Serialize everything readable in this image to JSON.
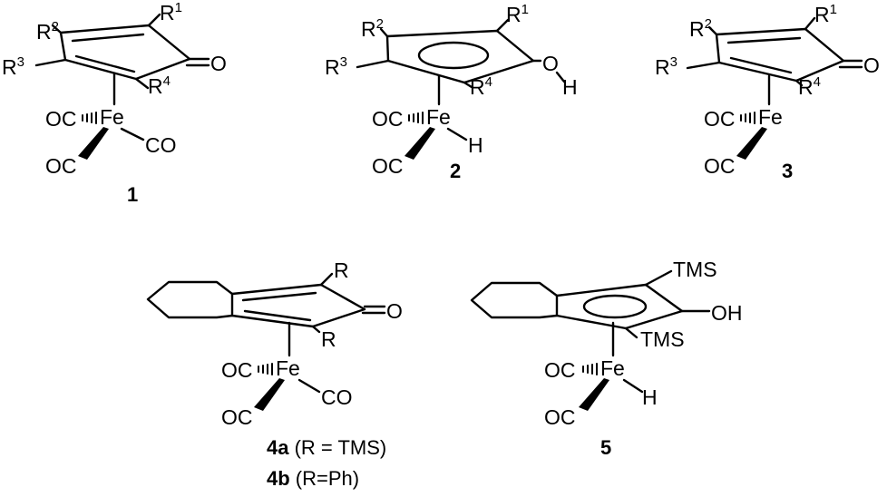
{
  "atoms": {
    "oxygen": "O",
    "hydrogen": "H",
    "iron": "Fe",
    "carbonyl": "CO",
    "carbonyl_rev": "OC",
    "hydroxyl": "OH",
    "tms": "TMS",
    "r": "R",
    "r1_sym": "R",
    "r1_sup": "1",
    "r2_sym": "R",
    "r2_sup": "2",
    "r3_sym": "R",
    "r3_sup": "3",
    "r4_sym": "R",
    "r4_sup": "4"
  },
  "compounds": {
    "c1": "1",
    "c2": "2",
    "c3": "3",
    "c4a": "4a",
    "c4a_note": " (R = TMS)",
    "c4b": "4b",
    "c4b_note": " (R=Ph)",
    "c5": "5"
  }
}
